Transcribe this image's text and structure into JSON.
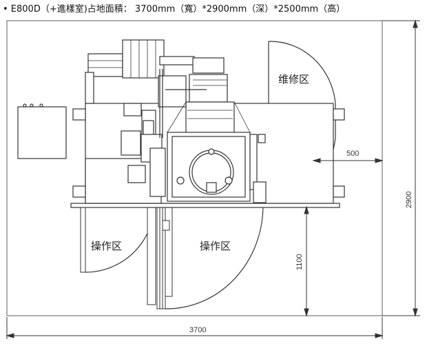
{
  "caption": "• E800D（+進樣室)占地面積： 3700mm（寬）*2900mm（深）*2500mm（高）",
  "zones": {
    "maintenance": "维修区",
    "operation_left": "操作区",
    "operation_right": "操作区"
  },
  "dimensions": {
    "width": "3700",
    "depth": "2900",
    "front": "1100",
    "service": "500"
  }
}
